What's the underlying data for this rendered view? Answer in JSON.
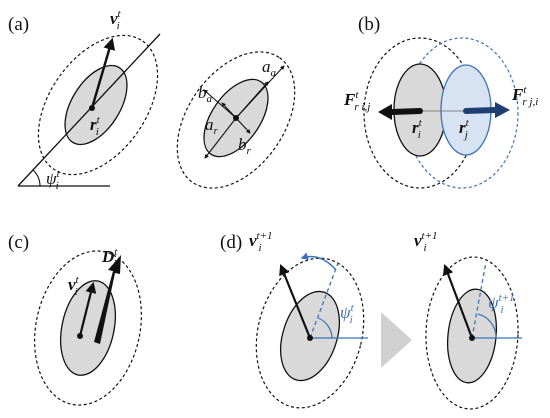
{
  "panels": {
    "a": {
      "label": "(a)"
    },
    "b": {
      "label": "(b)"
    },
    "c": {
      "label": "(c)"
    },
    "d": {
      "label": "(d)"
    }
  },
  "symbols": {
    "v_t": {
      "base": "v",
      "sub": "i",
      "sup": "t"
    },
    "v_t1": {
      "base": "v",
      "sub": "i",
      "sup": "t+1"
    },
    "r_i": {
      "base": "r",
      "sub": "i",
      "sup": "t"
    },
    "r_j": {
      "base": "r",
      "sub": "j",
      "sup": "t"
    },
    "psi_t": {
      "base": "ψ",
      "sub": "i",
      "sup": "t"
    },
    "psi_t1": {
      "base": "ψ",
      "sub": "i",
      "sup": "t+1"
    },
    "a_a": {
      "base": "a",
      "sub": "a"
    },
    "a_r": {
      "base": "a",
      "sub": "r"
    },
    "b_a": {
      "base": "b",
      "sub": "a"
    },
    "b_r": {
      "base": "b",
      "sub": "r"
    },
    "F_rij": {
      "base": "F",
      "sub": "r i,j",
      "sup": "t"
    },
    "F_rji": {
      "base": "F",
      "sub": "r j,i",
      "sup": "t"
    },
    "D_i": {
      "base": "D",
      "sub": "i",
      "sup": "t"
    }
  },
  "colors": {
    "ellipse_fill": "#d9d9d9",
    "ellipse_fill_blue": "#d7e3f3",
    "stroke": "#111111",
    "accent_blue": "#3b73b9",
    "arrow_navy": "#1f3f73",
    "triangle": "#d0d0d0"
  },
  "icons": {
    "transition": "right-triangle-icon"
  }
}
